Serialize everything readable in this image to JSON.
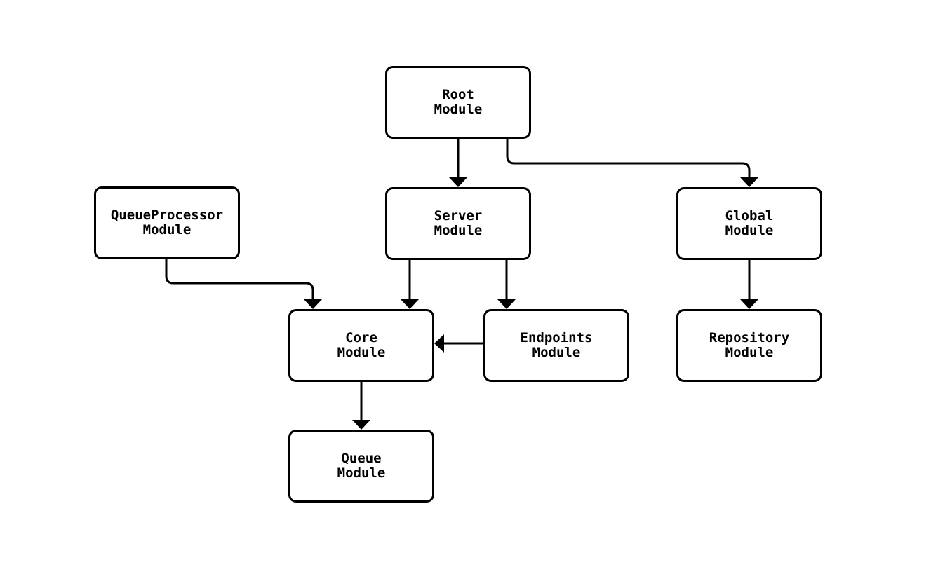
{
  "diagram": {
    "type": "module-dependency-graph",
    "colors": {
      "background": "#ffffff",
      "node_fill": "#ffffff",
      "stroke": "#000000",
      "text": "#000000"
    },
    "nodes": {
      "root": {
        "label": "Root\nModule"
      },
      "queueProcessor": {
        "label": "QueueProcessor\nModule"
      },
      "server": {
        "label": "Server\nModule"
      },
      "global": {
        "label": "Global\nModule"
      },
      "core": {
        "label": "Core\nModule"
      },
      "endpoints": {
        "label": "Endpoints\nModule"
      },
      "repository": {
        "label": "Repository\nModule"
      },
      "queue": {
        "label": "Queue\nModule"
      }
    },
    "edges": [
      {
        "from": "Root Module",
        "to": "Server Module"
      },
      {
        "from": "Root Module",
        "to": "Global Module"
      },
      {
        "from": "QueueProcessor Module",
        "to": "Core Module"
      },
      {
        "from": "Server Module",
        "to": "Core Module"
      },
      {
        "from": "Server Module",
        "to": "Endpoints Module"
      },
      {
        "from": "Endpoints Module",
        "to": "Core Module"
      },
      {
        "from": "Global Module",
        "to": "Repository Module"
      },
      {
        "from": "Core Module",
        "to": "Queue Module"
      }
    ]
  }
}
